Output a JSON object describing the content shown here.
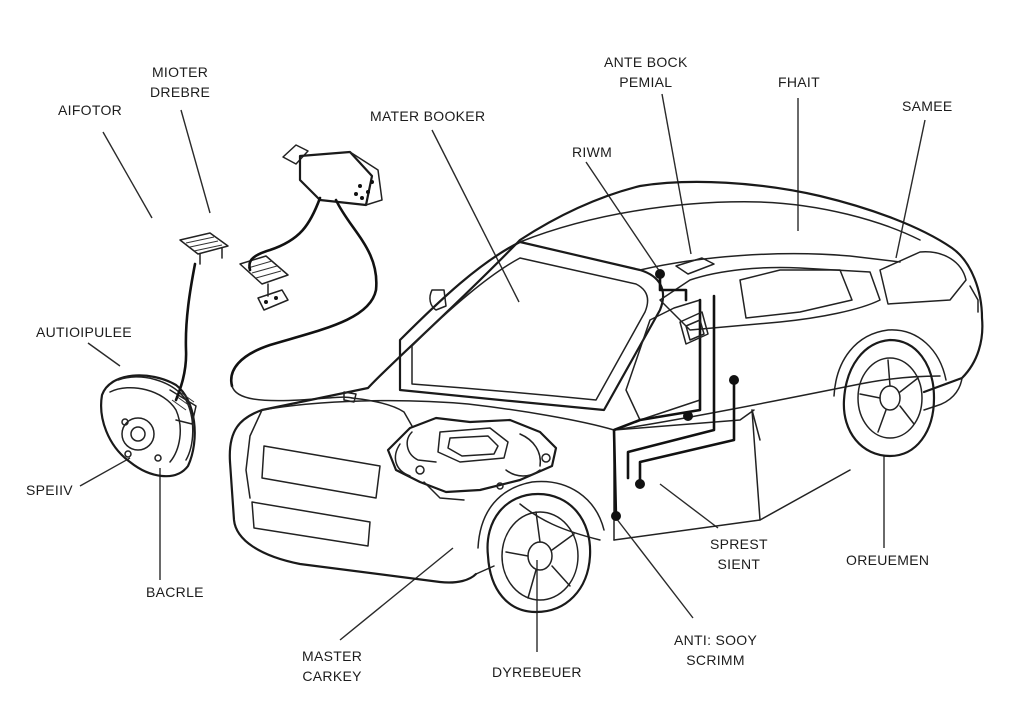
{
  "labels": {
    "actuator": "AIFOTOR",
    "master_brake": [
      "MIOTER",
      "DREBRE"
    ],
    "autopulee": "AUTIOIPULEE",
    "speed": "SPEIIV",
    "backle": "BACRLE",
    "master_booster": "MATER BOOKER",
    "rim": "RIWM",
    "ante_block_pedal": [
      "ANTE BOCK",
      "PEMIAL"
    ],
    "fhait": "FHAIT",
    "samee": "SAMEE",
    "sprest_sient": [
      "SPREST",
      "SIENT"
    ],
    "oreuemen": "OREUEMEN",
    "anti_sooy_scumm": [
      "ANTI: SOOY",
      "SCRIMM"
    ],
    "dyrebeuer": "DYREBEUER",
    "master_carkey": [
      "MASTER",
      "CARKEY"
    ]
  },
  "colors": {
    "line": "#2a2a2a",
    "background": "#ffffff"
  }
}
